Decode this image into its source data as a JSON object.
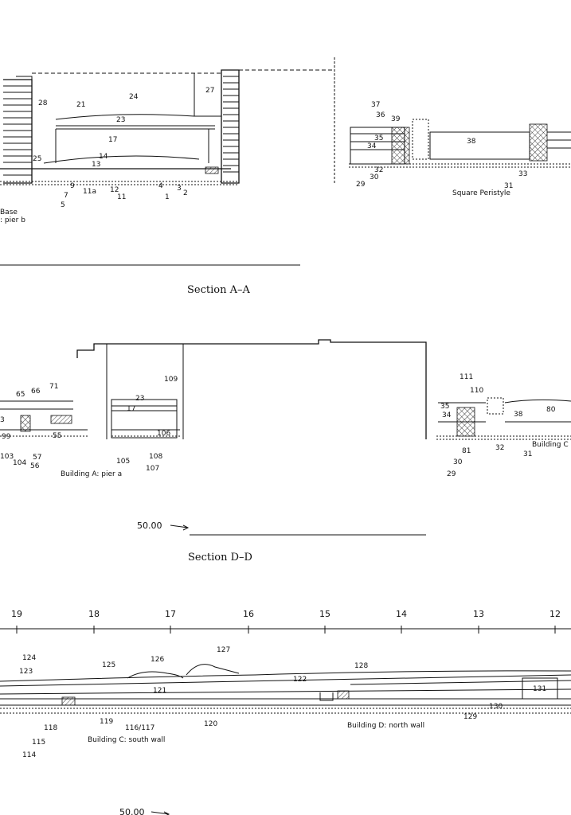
{
  "captions": {
    "section_aa": "Section A–A",
    "section_dd": "Section D–D"
  },
  "scale_markers": {
    "dd": "50.00",
    "bottom": "50.00"
  },
  "aa": {
    "labels_left": [
      "28",
      "21",
      "24",
      "27",
      "23",
      "17",
      "14",
      "13",
      "25",
      "9",
      "7",
      "5",
      "11a",
      "12",
      "11",
      "4",
      "3",
      "2",
      "1"
    ],
    "labels_right": [
      "37",
      "36",
      "39",
      "35",
      "34",
      "38",
      "32",
      "30",
      "29",
      "31",
      "33"
    ],
    "side_note_1": "Base",
    "side_note_2": ": pier b",
    "peristyle_label": "Square Peristyle"
  },
  "dd": {
    "labels": [
      "65",
      "66",
      "71",
      "3",
      "109",
      "23",
      "17",
      "99",
      "55",
      "103",
      "104",
      "57",
      "56",
      "105",
      "106",
      "108",
      "107",
      "111",
      "110",
      "35",
      "34",
      "38",
      "80",
      "81",
      "30",
      "29",
      "32",
      "31"
    ],
    "building_a": "Building A: pier a",
    "building_c": "Building C"
  },
  "grid": {
    "ticks": [
      "19",
      "18",
      "17",
      "16",
      "15",
      "14",
      "13",
      "12"
    ]
  },
  "bottom": {
    "labels": [
      "124",
      "123",
      "125",
      "126",
      "127",
      "128",
      "122",
      "121",
      "131",
      "118",
      "119",
      "116/117",
      "120",
      "115",
      "114",
      "129",
      "130"
    ],
    "building_c_south": "Building C: south wall",
    "building_d_north": "Building D: north wall"
  }
}
